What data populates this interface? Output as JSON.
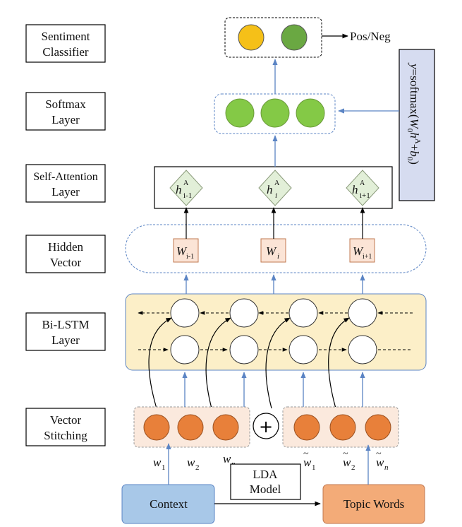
{
  "layers": [
    {
      "id": "sentiment",
      "lines": [
        "Sentiment",
        "Classifier"
      ]
    },
    {
      "id": "softmax",
      "lines": [
        "Softmax",
        "Layer"
      ]
    },
    {
      "id": "attention",
      "lines": [
        "Self-Attention",
        "Layer"
      ]
    },
    {
      "id": "hidden",
      "lines": [
        "Hidden",
        "Vector"
      ]
    },
    {
      "id": "bilstm",
      "lines": [
        "Bi-LSTM",
        "Layer"
      ]
    },
    {
      "id": "stitching",
      "lines": [
        "Vector",
        "Stitching"
      ]
    }
  ],
  "output_label": "Pos/Neg",
  "formula": {
    "y": "y",
    "eq": "=softmax(",
    "W": "W",
    "W_sub": "0",
    "h": "h",
    "h_sup": "A",
    "plus": "+",
    "b": "b",
    "b_sub": "0",
    "close": ")"
  },
  "attention_nodes": [
    {
      "base": "h",
      "sup": "A",
      "sub": "i-1"
    },
    {
      "base": "h",
      "sup": "A",
      "sub": "i"
    },
    {
      "base": "h",
      "sup": "A",
      "sub": "i+1"
    }
  ],
  "hidden_nodes": [
    {
      "base": "W",
      "sub": "i-1"
    },
    {
      "base": "W",
      "sub": "i"
    },
    {
      "base": "W",
      "sub": "i+1"
    }
  ],
  "word_labels": [
    {
      "base": "w",
      "sub": "1"
    },
    {
      "base": "w",
      "sub": "2"
    },
    {
      "base": "w",
      "sub": "n"
    },
    {
      "base": "w",
      "sub": "1",
      "tilde": "~"
    },
    {
      "base": "w",
      "sub": "2",
      "tilde": "~"
    },
    {
      "base": "w",
      "sub": "n",
      "tilde": "~"
    }
  ],
  "plus_symbol": "+",
  "lda_box": [
    "LDA",
    "Model"
  ],
  "context_label": "Context",
  "topic_label": "Topic Words",
  "colors": {
    "yellow": "#f5c018",
    "dark_green": "#6aa842",
    "light_green": "#84c946",
    "orange": "#e8803a",
    "diamond": "#e2efd8",
    "w_box": "#fbe4d6",
    "lstm_fill": "#fcefc8",
    "stitch_fill": "#fbe9dd",
    "formula_fill": "#d6dcf0",
    "context_fill": "#a8c8e8",
    "topic_fill": "#f3ab78",
    "blue_line": "#5b84c4"
  }
}
